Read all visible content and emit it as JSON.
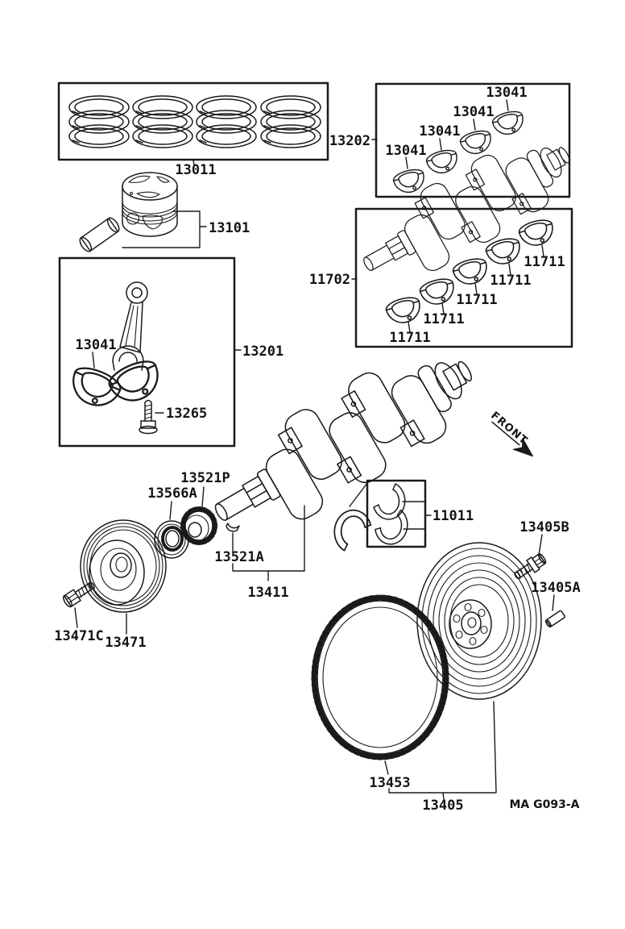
{
  "drawing_code": "MA G093-A",
  "front_label": "FRONT",
  "parts": {
    "piston_ring_set": "13011",
    "piston_with_pin": "13101",
    "crankshaft_with_bearing_group": "13202",
    "connecting_rod_bearing": "13041",
    "connecting_rod_group": "13201",
    "connecting_rod_bolt": "13265",
    "crankshaft_group": "11702",
    "crankshaft_main_bearing": "11711",
    "thrust_washer_set": "11011",
    "crankshaft_timing_sprocket": "13521P",
    "sprocket_plate": "13566A",
    "crankshaft_key": "13521A",
    "crankshaft": "13411",
    "crankshaft_pulley": "13471",
    "pulley_bolt": "13471C",
    "flywheel_bolt": "13405B",
    "flywheel_dowel_pin": "13405A",
    "flywheel_ring_gear": "13453",
    "flywheel": "13405"
  }
}
